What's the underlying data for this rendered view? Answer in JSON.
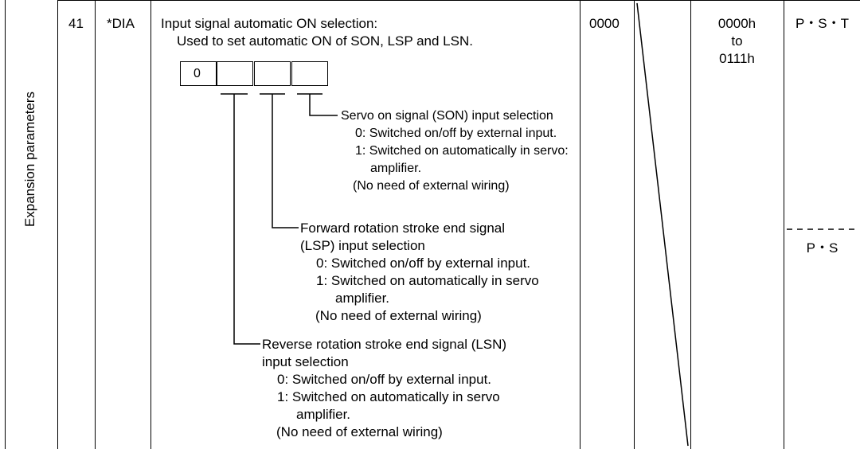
{
  "section_label": "Expansion parameters",
  "row": {
    "no": "41",
    "symbol": "*DIA",
    "name_line1": "Input signal automatic ON selection:",
    "name_line2": "Used to set automatic ON of SON, LSP and LSN.",
    "digit_boxes": [
      "0",
      "",
      "",
      ""
    ],
    "son": {
      "title": "Servo on signal (SON) input selection",
      "opt0": "0: Switched on/off by external input.",
      "opt1a": "1: Switched on automatically in servo:",
      "opt1b": "amplifier.",
      "note": "(No need of external wiring)"
    },
    "lsp": {
      "title1": "Forward rotation stroke end signal",
      "title2": "(LSP) input selection",
      "opt0": "0: Switched on/off by external input.",
      "opt1a": "1: Switched on automatically in servo",
      "opt1b": "amplifier.",
      "note": "(No need of external wiring)"
    },
    "lsn": {
      "title1": "Reverse rotation stroke end signal (LSN)",
      "title2": "input selection",
      "opt0": "0: Switched on/off by external input.",
      "opt1a": "1: Switched on automatically in servo",
      "opt1b": "amplifier.",
      "note": "(No need of external wiring)"
    },
    "initial_value": "0000",
    "setting_range": [
      "0000h",
      "to",
      "0111h"
    ],
    "control_mode_1": "P・S・T",
    "control_mode_2": "P・S"
  }
}
